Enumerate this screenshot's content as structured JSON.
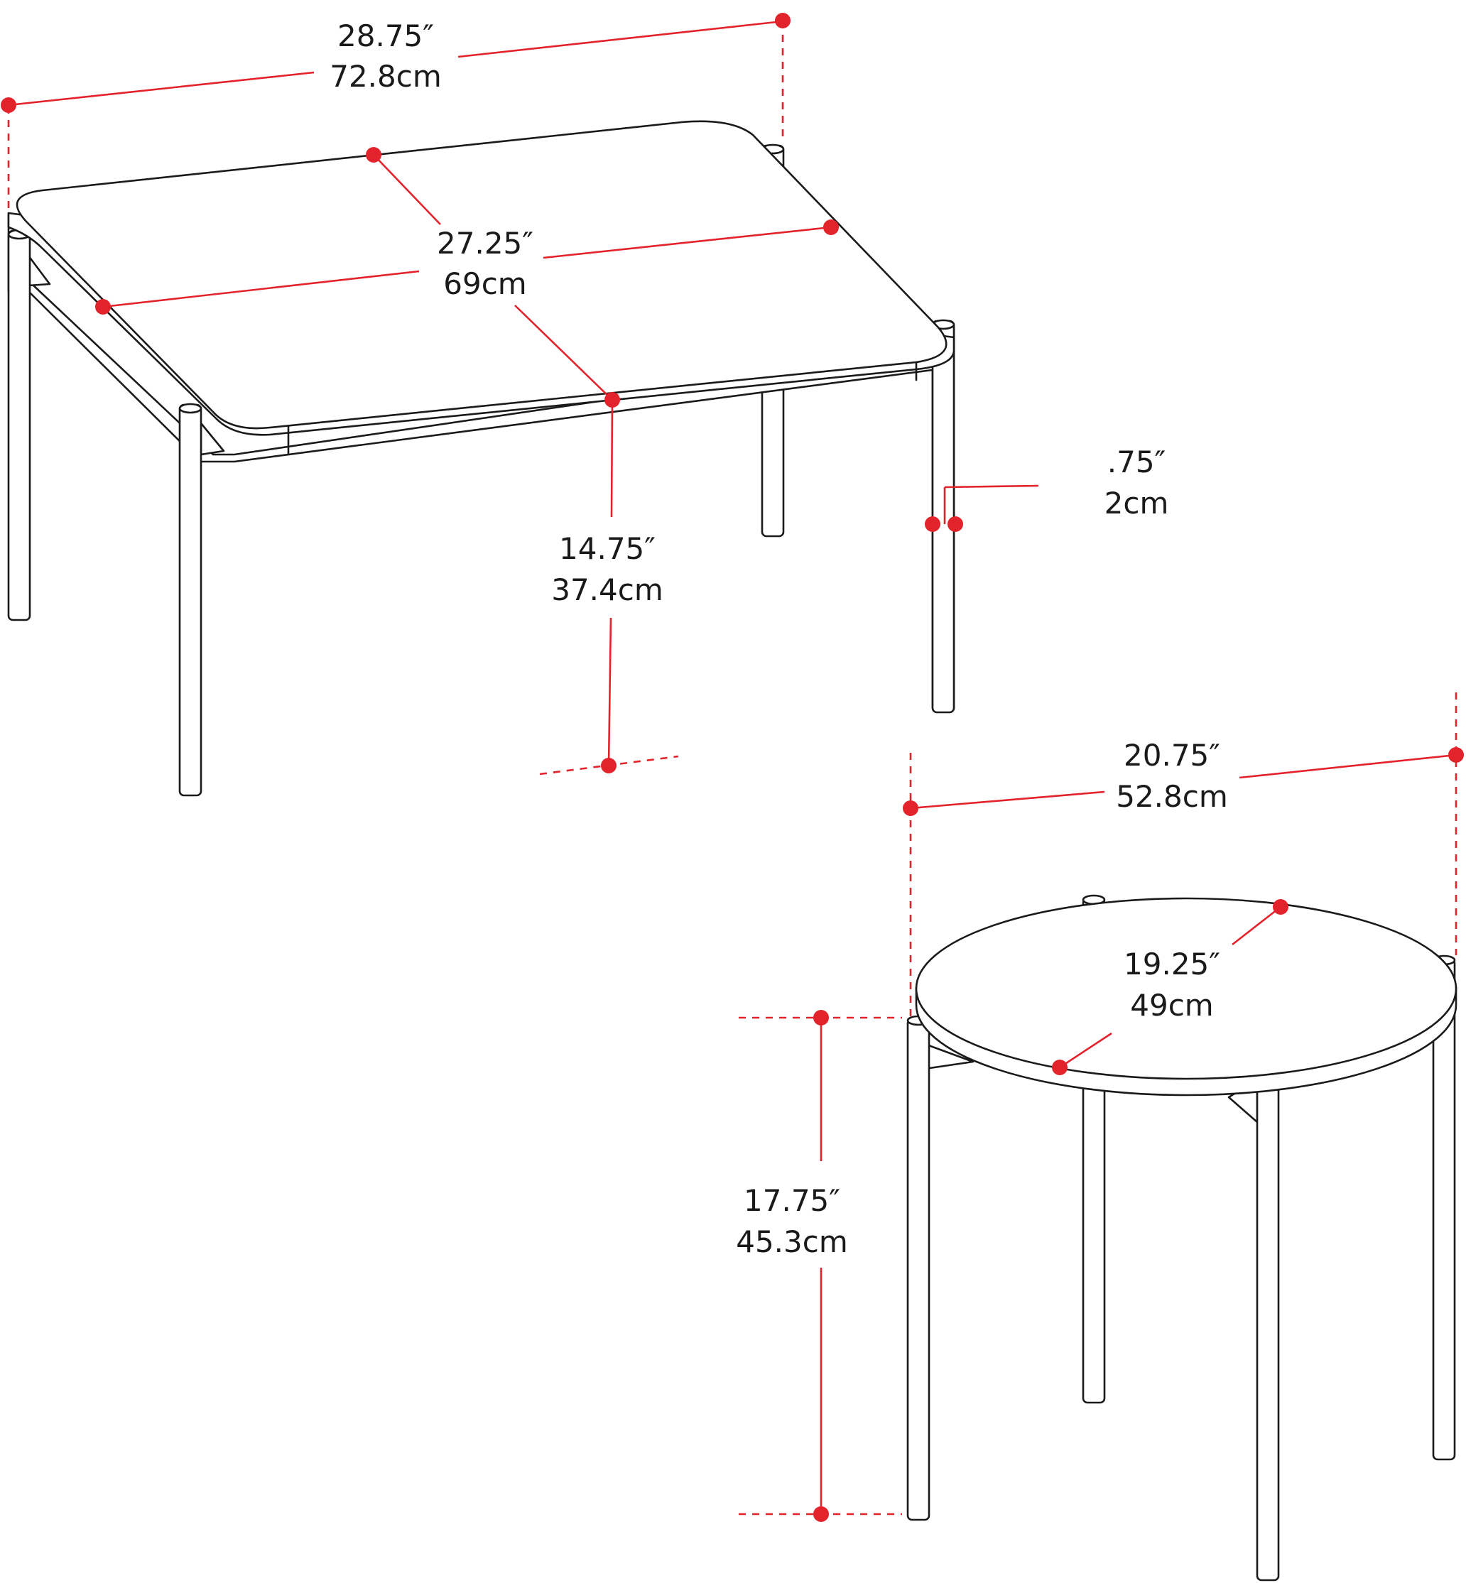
{
  "colors": {
    "dimension": "#e3232b",
    "outline": "#1a1a1a",
    "background": "#ffffff"
  },
  "dimensions": {
    "large_width": {
      "imperial": "28.75″",
      "metric": "72.8cm"
    },
    "large_depth": {
      "imperial": "27.25″",
      "metric": "69cm"
    },
    "large_height": {
      "imperial": "14.75″",
      "metric": "37.4cm"
    },
    "top_thickness": {
      "imperial": ".75″",
      "metric": "2cm"
    },
    "small_width": {
      "imperial": "20.75″",
      "metric": "52.8cm"
    },
    "small_diameter": {
      "imperial": "19.25″",
      "metric": "49cm"
    },
    "small_height": {
      "imperial": "17.75″",
      "metric": "45.3cm"
    }
  }
}
